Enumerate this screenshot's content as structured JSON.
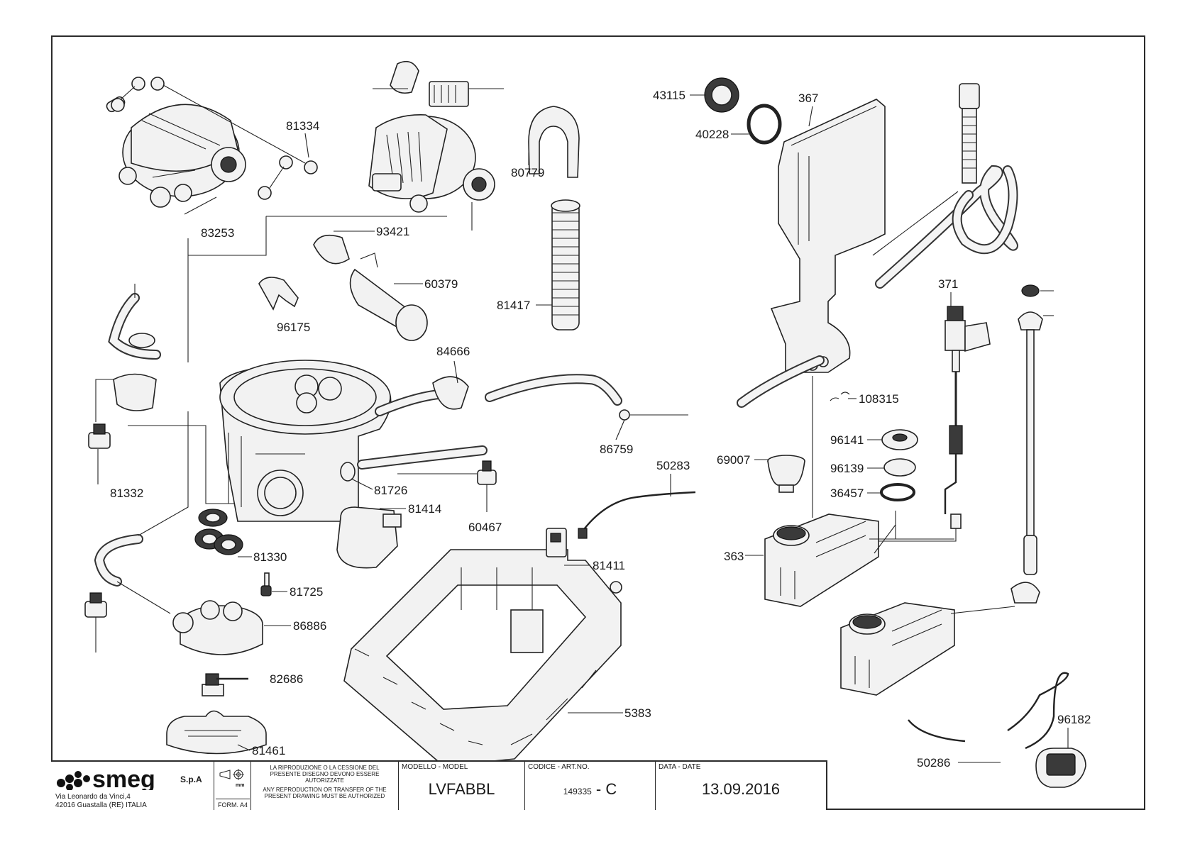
{
  "labels": {
    "p81334": "81334",
    "p83253": "83253",
    "p80779": "80779",
    "p93421": "93421",
    "p60379": "60379",
    "p96175": "96175",
    "p81417": "81417",
    "p84666": "84666",
    "p43115": "43115",
    "p40228": "40228",
    "p367": "367",
    "p371": "371",
    "p108315": "108315",
    "p86759": "86759",
    "p96141": "96141",
    "p96139": "96139",
    "p36457": "36457",
    "p69007": "69007",
    "p50283": "50283",
    "p81332": "81332",
    "p81726": "81726",
    "p81414": "81414",
    "p60467": "60467",
    "p81330": "81330",
    "p81725": "81725",
    "p81411": "81411",
    "p363": "363",
    "p86886": "86886",
    "p82686": "82686",
    "p5383": "5383",
    "p81461": "81461",
    "p96182": "96182",
    "p50286": "50286"
  },
  "titleblock": {
    "brand": "smeg",
    "brand_suffix": "S.p.A",
    "address_line1": "Via Leonardo da Vinci,4",
    "address_line2": "42016  Guastalla (RE) ITALIA",
    "unit": "mm",
    "form": "FORM. A4",
    "notice_it": "LA RIPRODUZIONE O LA CESSIONE DEL PRESENTE DISEGNO DEVONO ESSERE AUTORIZZATE",
    "notice_en": "ANY REPRODUCTION OR TRANSFER OF THE PRESENT DRAWING MUST BE AUTHORIZED",
    "model_header": "MODELLO - MODEL",
    "model_value": "LVFABBL",
    "code_header": "CODICE - ART.NO.",
    "code_value": "149335",
    "code_suffix": "- C",
    "date_header": "DATA - DATE",
    "date_value": "13.09.2016"
  }
}
